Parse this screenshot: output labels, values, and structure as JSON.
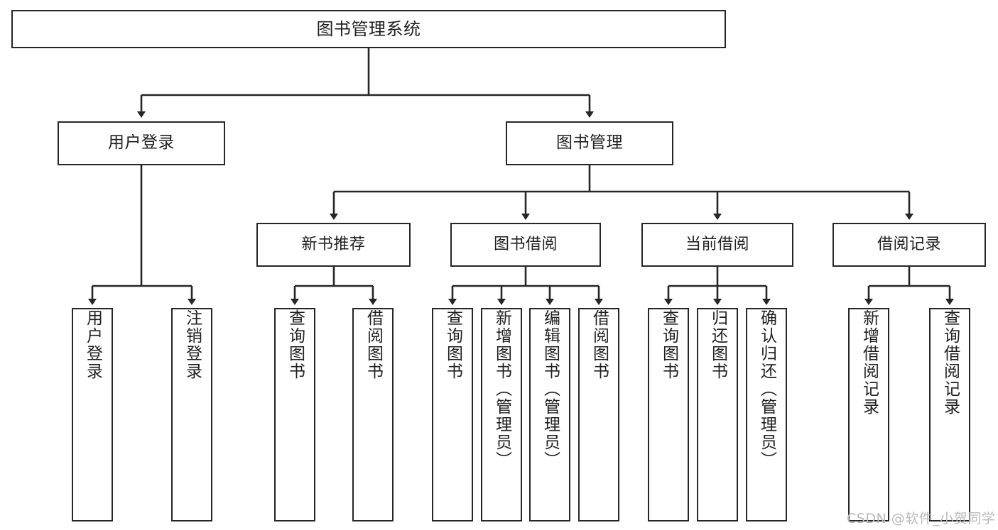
{
  "diagram": {
    "title": "图书管理系统",
    "type": "tree-hierarchy",
    "orientation": "top-down",
    "colors": {
      "border": "#262626",
      "background": "#ffffff",
      "text": "#1f1f1f",
      "watermark": "#b9b9b9"
    }
  },
  "nodes": {
    "root": {
      "label": "图书管理系统"
    },
    "level2": [
      {
        "id": "user-login",
        "label": "用户登录"
      },
      {
        "id": "book-manage",
        "label": "图书管理"
      }
    ],
    "level3": [
      {
        "id": "new-book-recommend",
        "label": "新书推荐"
      },
      {
        "id": "book-borrow",
        "label": "图书借阅"
      },
      {
        "id": "current-borrow",
        "label": "当前借阅"
      },
      {
        "id": "borrow-record",
        "label": "借阅记录"
      }
    ],
    "leaves": {
      "user_login": [
        {
          "id": "leaf-user-login",
          "label": "用户登录"
        },
        {
          "id": "leaf-logout-login",
          "label": "注销登录"
        }
      ],
      "new_book_recommend": [
        {
          "id": "leaf-query-book-1",
          "label": "查询图书"
        },
        {
          "id": "leaf-borrow-book-1",
          "label": "借阅图书"
        }
      ],
      "book_borrow": [
        {
          "id": "leaf-query-book-2",
          "label": "查询图书"
        },
        {
          "id": "leaf-add-book",
          "label": "新增图书（管理员）"
        },
        {
          "id": "leaf-edit-book",
          "label": "编辑图书（管理员）"
        },
        {
          "id": "leaf-borrow-book-2",
          "label": "借阅图书"
        }
      ],
      "current_borrow": [
        {
          "id": "leaf-query-book-3",
          "label": "查询图书"
        },
        {
          "id": "leaf-return-book",
          "label": "归还图书"
        },
        {
          "id": "leaf-confirm-return",
          "label": "确认归还（管理员）"
        }
      ],
      "borrow_record": [
        {
          "id": "leaf-add-record",
          "label": "新增借阅记录"
        },
        {
          "id": "leaf-query-record",
          "label": "查询借阅记录"
        }
      ]
    }
  },
  "watermark": {
    "text": "CSDN @软件_小贺同学"
  }
}
